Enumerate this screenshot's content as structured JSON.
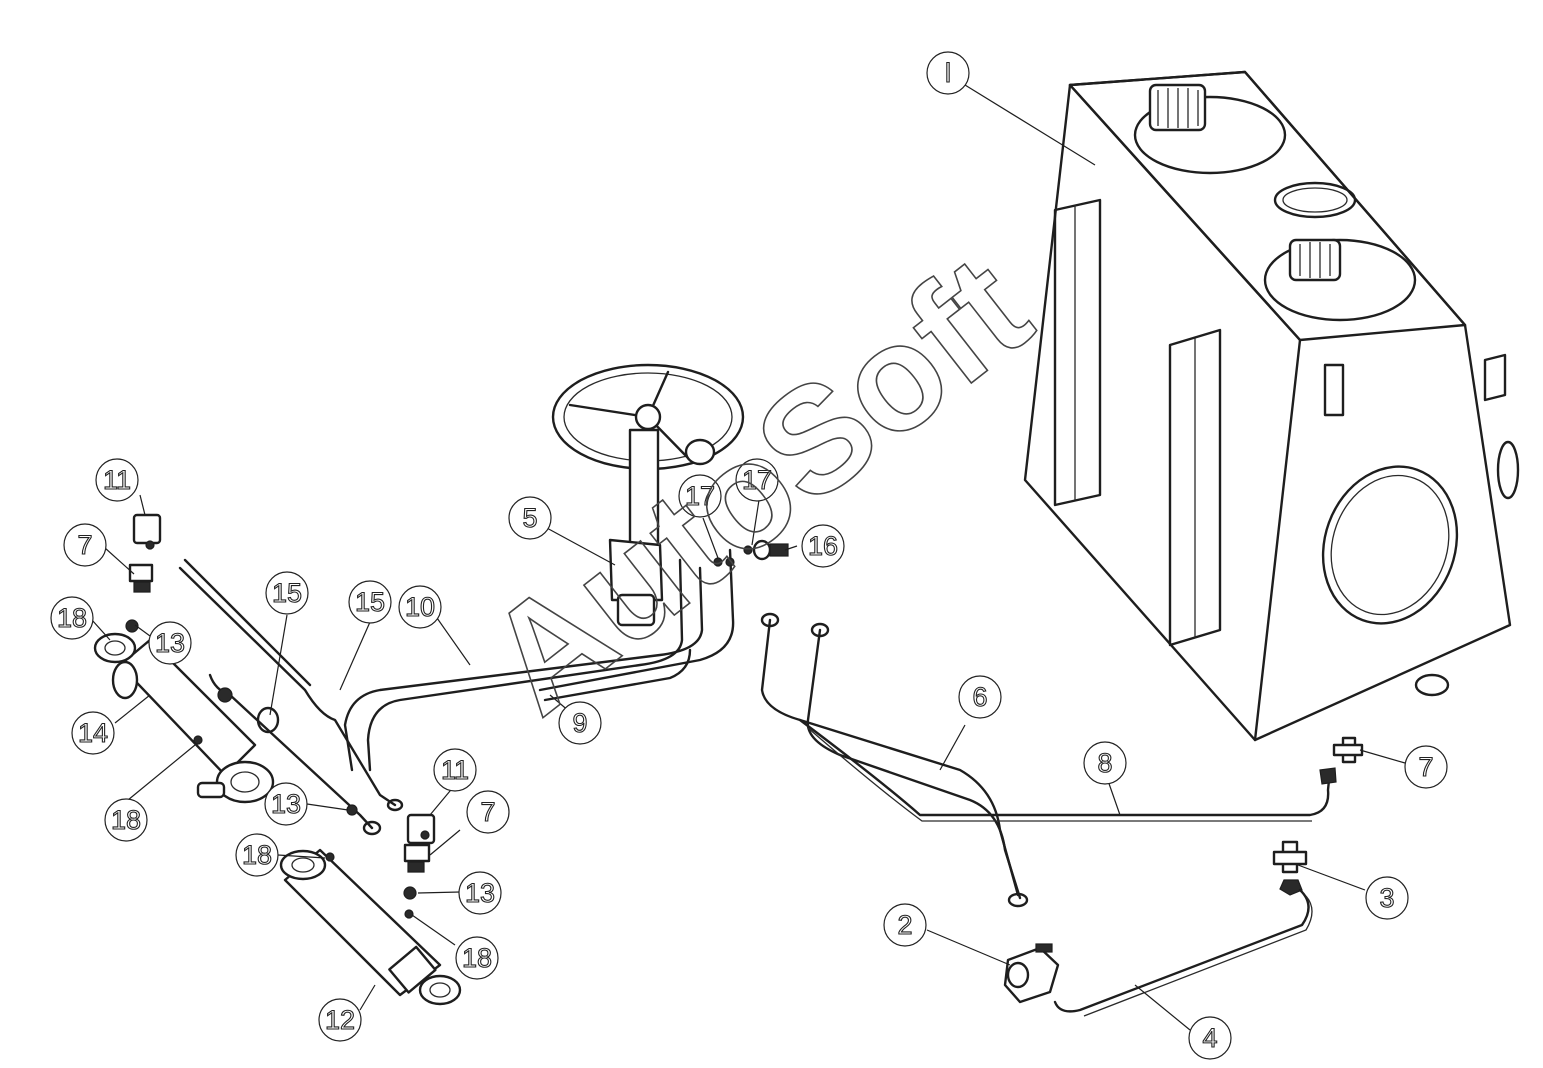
{
  "watermark": "AutoSoft",
  "callouts": {
    "c1": "l",
    "c2": "2",
    "c3": "3",
    "c4": "4",
    "c5": "5",
    "c6": "6",
    "c7a": "7",
    "c7b": "7",
    "c7c": "7",
    "c8": "8",
    "c9": "9",
    "c10": "10",
    "c11a": "11",
    "c11b": "11",
    "c12": "12",
    "c13a": "13",
    "c13b": "13",
    "c13c": "13",
    "c14": "14",
    "c15a": "15",
    "c15b": "15",
    "c16": "16",
    "c17a": "17",
    "c17b": "17",
    "c18a": "18",
    "c18b": "18",
    "c18c": "18",
    "c18d": "18"
  }
}
